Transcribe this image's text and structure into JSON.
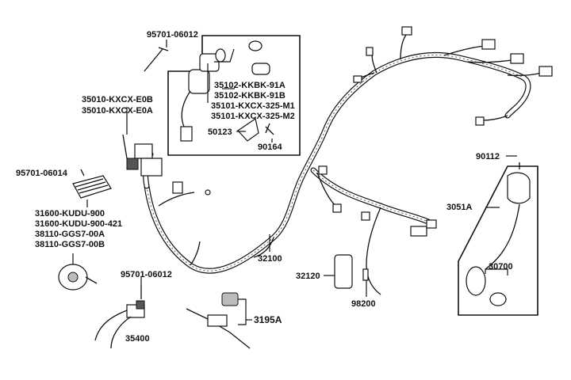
{
  "diagram": {
    "labels": {
      "p95701_06012_top": "95701-06012",
      "p35010_e0b": "35010-KXCX-E0B",
      "p35010_e0a": "35010-KXCX-E0A",
      "p35102_91a": "35102-KKBK-91A",
      "p35102_91b": "35102-KKBK-91B",
      "p35101_m1": "35101-KXCX-325-M1",
      "p35101_m2": "35101-KXCX-325-M2",
      "p50123": "50123",
      "p90164": "90164",
      "p95701_06014": "95701-06014",
      "p31600_900": "31600-KUDU-900",
      "p31600_900_421": "31600-KUDU-900-421",
      "p38110_00a": "38110-GGS7-00A",
      "p38110_00b": "38110-GGS7-00B",
      "p95701_06012_bot": "95701-06012",
      "p35400": "35400",
      "p3195a": "3195A",
      "p32100": "32100",
      "p32120": "32120",
      "p98200": "98200",
      "p90112": "90112",
      "p3051a": "3051A",
      "p30700": "30700"
    }
  }
}
